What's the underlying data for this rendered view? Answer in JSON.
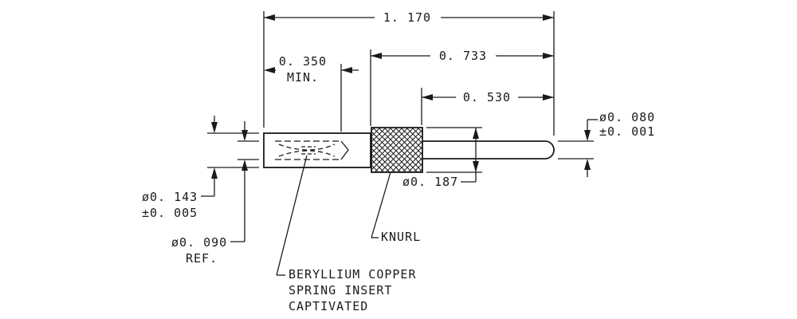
{
  "dimensions": {
    "overall_length": "1. 170",
    "knurl_to_tip": "0. 733",
    "pin_length": "0. 530",
    "socket_depth_value": "0. 350",
    "socket_depth_qualifier": "MIN.",
    "pin_diameter_value": "ø0. 080",
    "pin_diameter_tolerance": "±0. 001",
    "knurl_diameter": "ø0. 187",
    "body_diameter_value": "ø0. 143",
    "body_diameter_tolerance": "±0. 005",
    "bore_diameter_value": "ø0. 090",
    "bore_diameter_qualifier": "REF."
  },
  "callouts": {
    "knurl": "KNURL",
    "insert_line1": "BERYLLIUM COPPER",
    "insert_line2": "SPRING INSERT",
    "insert_line3": "CAPTIVATED"
  },
  "colors": {
    "ink": "#1a1a1a",
    "background": "#ffffff"
  }
}
